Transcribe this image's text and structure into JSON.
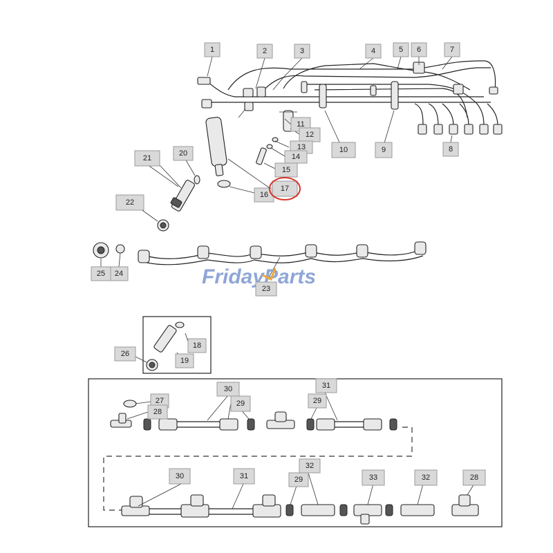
{
  "diagram": {
    "callouts": [
      "1",
      "2",
      "3",
      "4",
      "5",
      "6",
      "7",
      "8",
      "9",
      "10",
      "11",
      "12",
      "13",
      "14",
      "15",
      "16",
      "17",
      "18",
      "19",
      "20",
      "21",
      "22",
      "23",
      "24",
      "25",
      "26",
      "27",
      "28",
      "29",
      "30",
      "31",
      "32",
      "33"
    ],
    "highlighted_callout": "17",
    "highlight_color": "#d9362b",
    "watermark": "FridayParts",
    "watermark_colors": {
      "text": "#8fa6d6",
      "accent": "#f0a830"
    }
  }
}
